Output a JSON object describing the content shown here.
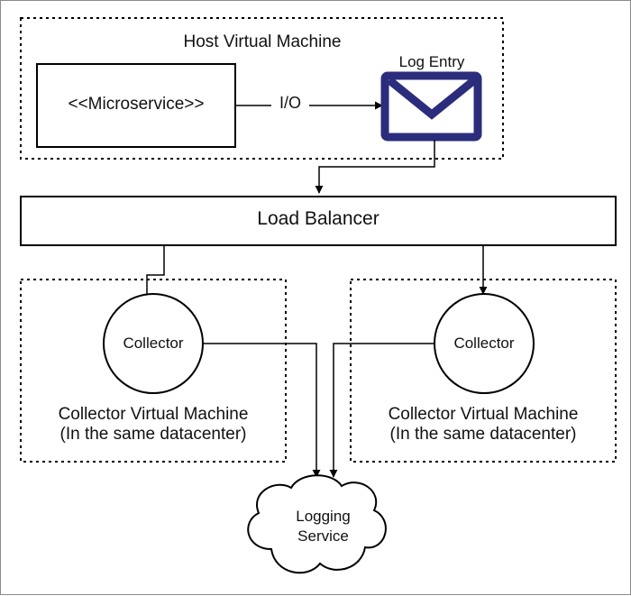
{
  "host_vm": {
    "title": "Host Virtual Machine",
    "microservice_label": "<<Microservice>>",
    "io_label": "I/O",
    "log_entry_label": "Log Entry"
  },
  "load_balancer": {
    "label": "Load Balancer"
  },
  "collector_vms": [
    {
      "collector_label": "Collector",
      "title_line1": "Collector Virtual Machine",
      "title_line2": "(In the same datacenter)"
    },
    {
      "collector_label": "Collector",
      "title_line1": "Collector Virtual Machine",
      "title_line2": "(In the same datacenter)"
    }
  ],
  "logging_service": {
    "line1": "Logging",
    "line2": "Service"
  },
  "colors": {
    "envelope": "#2b2d7c",
    "line": "#000000",
    "frame": "#8a8a8a"
  },
  "icons": {
    "log_entry": "envelope-icon"
  }
}
